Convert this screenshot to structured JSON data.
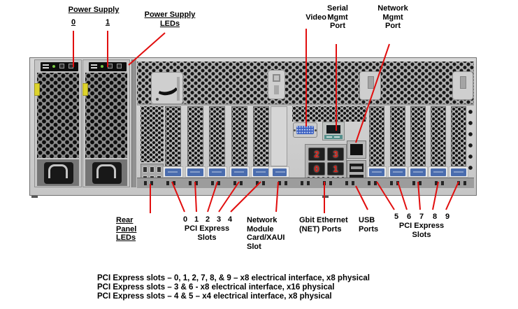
{
  "colors": {
    "callout_red": "#e10e0e",
    "pci_label_blue": "#4a6cae",
    "vga_blue": "#3a5fc0",
    "serial_label_teal": "#55908c",
    "psu_latch_yellow": "#ddd32b",
    "eth_number_red": "#d81a10"
  },
  "top_labels": {
    "power_supply": {
      "title": "Power Supply",
      "unit0": "0",
      "unit1": "1"
    },
    "power_supply_leds": {
      "line1": "Power Supply",
      "line2": "LEDs"
    },
    "video": "Video",
    "serial_mgmt": {
      "line1": "Serial",
      "line2": "Mgmt",
      "line3": "Port"
    },
    "network_mgmt": {
      "line1": "Network",
      "line2": "Mgmt",
      "line3": "Port"
    }
  },
  "bottom_labels": {
    "rear_panel_leds": {
      "line1": "Rear",
      "line2": "Panel",
      "line3": "LEDs"
    },
    "pci_slots_left": {
      "numbers": [
        "0",
        "1",
        "2",
        "3",
        "4"
      ],
      "line1": "PCI Express",
      "line2": "Slots"
    },
    "network_module": {
      "line1": "Network",
      "line2": "Module",
      "line3": "Card/XAUI",
      "line4": "Slot"
    },
    "gbit_ethernet": {
      "line1": "Gbit Ethernet",
      "line2": "(NET) Ports"
    },
    "usb": {
      "line1": "USB",
      "line2": "Ports"
    },
    "pci_slots_right": {
      "numbers": [
        "5",
        "6",
        "7",
        "8",
        "9"
      ],
      "line1": "PCI Express",
      "line2": "Slots"
    }
  },
  "chassis": {
    "ethernet_port_numbers": {
      "top_left": "2",
      "top_right": "3",
      "bottom_left": "0",
      "bottom_right": "1"
    }
  },
  "notes": [
    "PCI Express slots – 0, 1, 2, 7, 8, & 9 – x8 electrical interface, x8 physical",
    "PCI Express slots – 3 & 6 - x8 electrical interface, x16 physical",
    "PCI Express slots – 4 & 5 – x4 electrical interface, x8 physical"
  ]
}
